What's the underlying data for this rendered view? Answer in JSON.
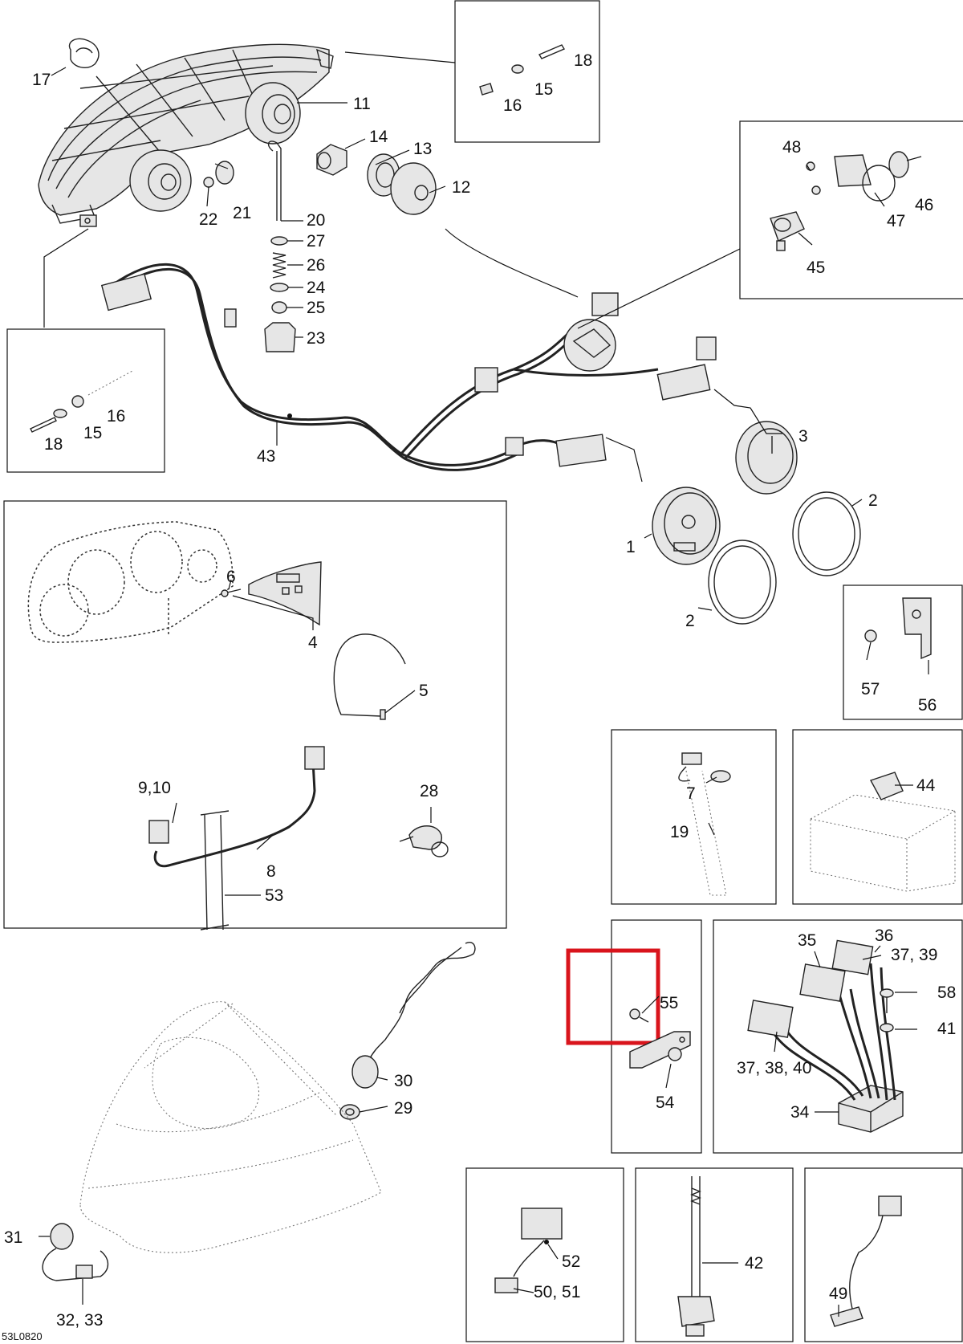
{
  "diagram_code": "53L0820",
  "highlight_color": "#d9141c",
  "callouts": {
    "c1": "1",
    "c2a": "2",
    "c2b": "2",
    "c3": "3",
    "c4": "4",
    "c5": "5",
    "c6": "6",
    "c7": "7",
    "c8": "8",
    "c9_10": "9,10",
    "c11": "11",
    "c12": "12",
    "c13": "13",
    "c14": "14",
    "c15a": "15",
    "c15b": "15",
    "c16a": "16",
    "c16b": "16",
    "c17": "17",
    "c18a": "18",
    "c18b": "18",
    "c19": "19",
    "c20": "20",
    "c21": "21",
    "c22": "22",
    "c23": "23",
    "c24": "24",
    "c25": "25",
    "c26": "26",
    "c27": "27",
    "c28": "28",
    "c29": "29",
    "c30": "30",
    "c31": "31",
    "c32_33": "32, 33",
    "c34": "34",
    "c35": "35",
    "c36": "36",
    "c37_38_40": "37, 38, 40",
    "c37_39": "37, 39",
    "c41": "41",
    "c42": "42",
    "c43": "43",
    "c44": "44",
    "c45": "45",
    "c46": "46",
    "c47": "47",
    "c48": "48",
    "c49": "49",
    "c50_51": "50, 51",
    "c52": "52",
    "c53": "53",
    "c54": "54",
    "c55": "55",
    "c56": "56",
    "c57": "57",
    "c58": "58"
  }
}
